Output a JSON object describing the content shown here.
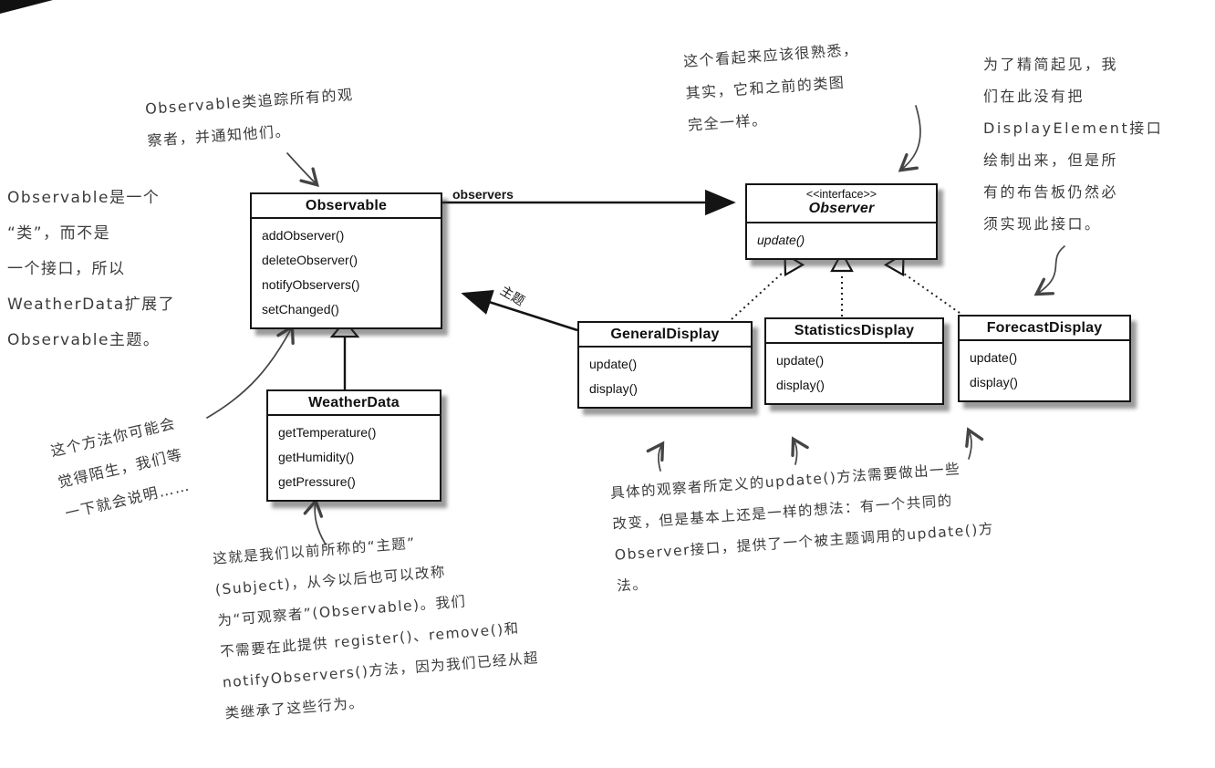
{
  "diagram": {
    "colors": {
      "ink": "#141414",
      "pencil": "#444444",
      "paper": "#ffffff"
    },
    "classes": {
      "observable": {
        "title": "Observable",
        "methods": [
          "addObserver()",
          "deleteObserver()",
          "notifyObservers()",
          "setChanged()"
        ]
      },
      "observer": {
        "stereotype": "<<interface>>",
        "title": "Observer",
        "methods": [
          "update()"
        ]
      },
      "weatherdata": {
        "title": "WeatherData",
        "methods": [
          "getTemperature()",
          "getHumidity()",
          "getPressure()"
        ]
      },
      "generaldisplay": {
        "title": "GeneralDisplay",
        "methods": [
          "update()",
          "display()"
        ]
      },
      "statisticsdisplay": {
        "title": "StatisticsDisplay",
        "methods": [
          "update()",
          "display()"
        ]
      },
      "forecastdisplay": {
        "title": "ForecastDisplay",
        "methods": [
          "update()",
          "display()"
        ]
      }
    },
    "edge_labels": {
      "observers": "observers",
      "subject": "主题"
    },
    "annotations": {
      "top_left": "Observable类追踪所有的观\n察者，并通知他们。",
      "left": "Observable是一个\n“类”，而不是\n一个接口，所以\nWeatherData扩展了\nObservable主题。",
      "top_middle": "这个看起来应该很熟悉，\n其实，它和之前的类图\n完全一样。",
      "top_right": "为了精简起见，我\n们在此没有把\nDisplayElement接口\n绘制出来，但是所\n有的布告板仍然必\n须实现此接口。",
      "bottom_left": "这个方法你可能会\n觉得陌生，我们等\n一下就会说明……",
      "bottom_middle": "这就是我们以前所称的“主题”\n(Subject)，从今以后也可以改称\n为“可观察者”(Observable)。我们\n不需要在此提供 register()、remove()和\nnotifyObservers()方法，因为我们已经从超\n类继承了这些行为。",
      "bottom_right": "具体的观察者所定义的update()方法需要做出一些\n改变，但是基本上还是一样的想法：有一个共同的\nObserver接口，提供了一个被主题调用的update()方\n法。"
    }
  }
}
